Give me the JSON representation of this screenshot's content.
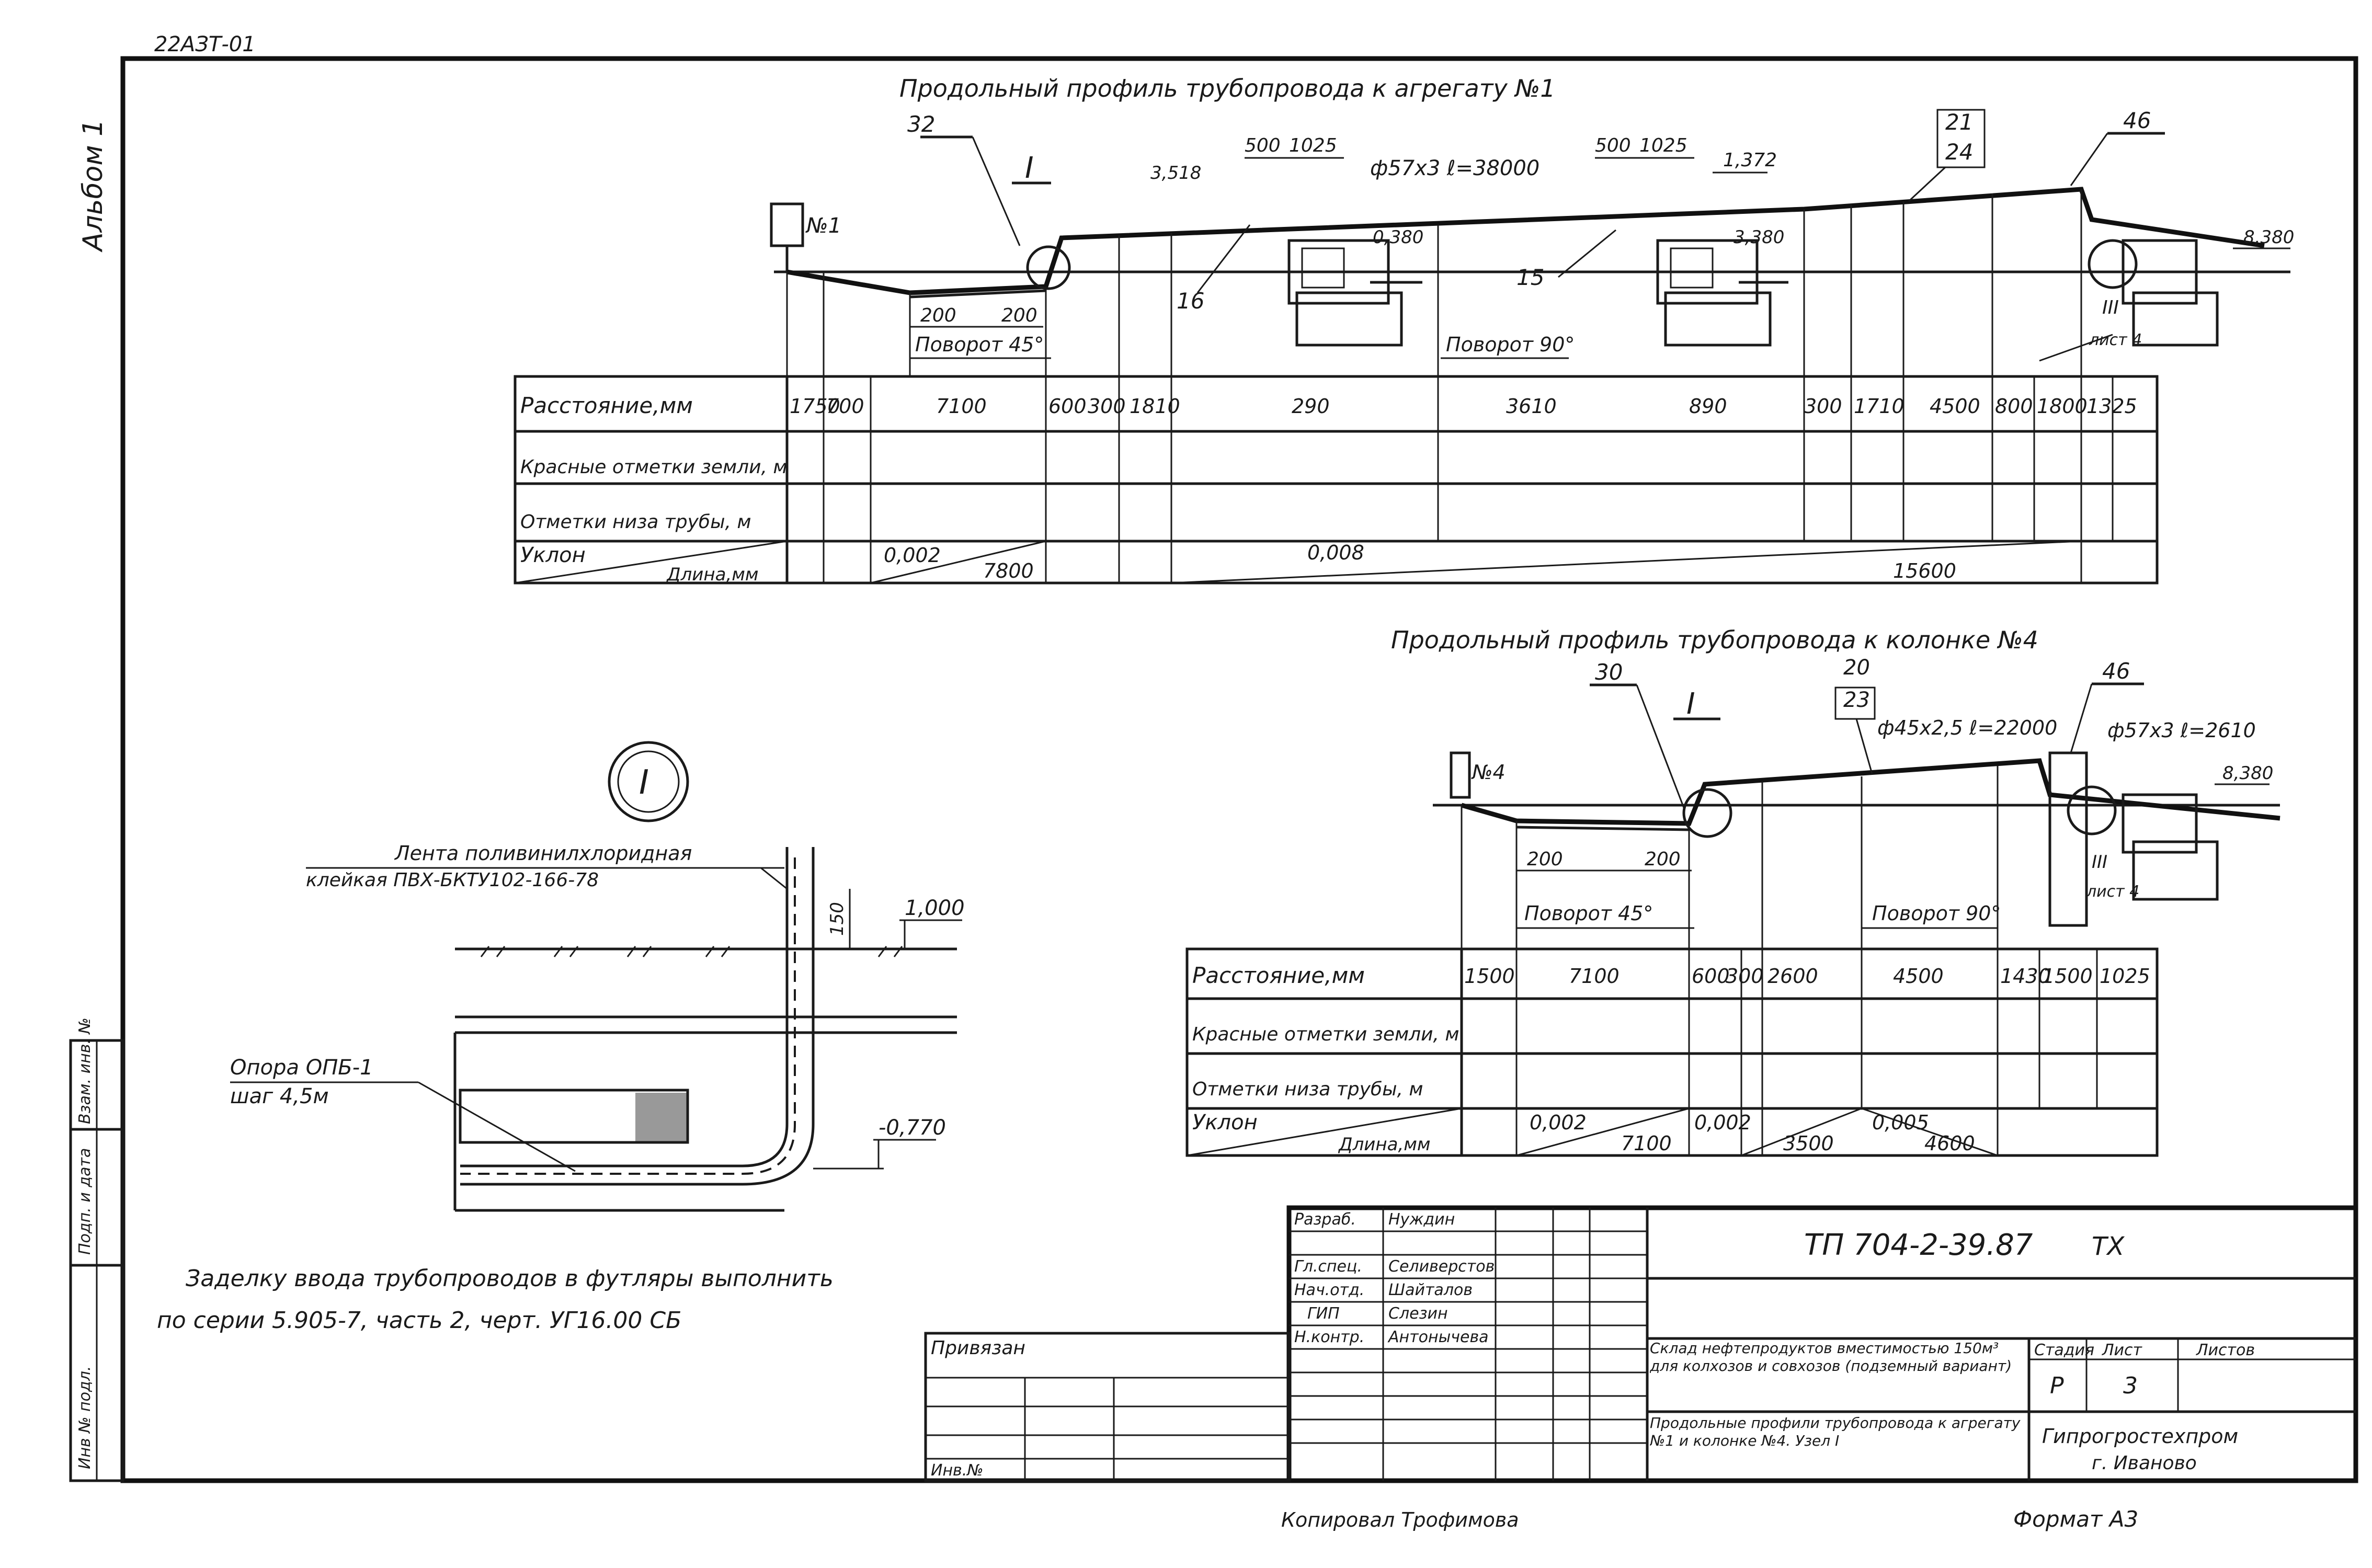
{
  "sheet": {
    "code_top": "22АЗТ-01",
    "album": "Альбом 1",
    "copied_by": "Копировал Трофимова",
    "format": "Формат А3"
  },
  "profile1": {
    "title": "Продольный профиль трубопровода к агрегату №1",
    "unit_label": "№1",
    "callouts": [
      "32",
      "I",
      "16",
      "15",
      "21",
      "24",
      "46",
      "III",
      "лист 4"
    ],
    "pipe_note": "ф57х3 ℓ=38000",
    "dims": [
      "500",
      "1025",
      "500",
      "1025",
      "3,518",
      "1,372",
      "0,380",
      "3,380",
      "8,380",
      "200",
      "200"
    ],
    "turn_labels": [
      "Поворот 45°",
      "Поворот 90°"
    ],
    "rows": {
      "distance_label": "Расстояние,мм",
      "distances": [
        "1750",
        "700",
        "7100",
        "600",
        "300",
        "1810",
        "290",
        "3610",
        "890",
        "300",
        "1710",
        "4500",
        "800",
        "1800",
        "1325"
      ],
      "red_marks_label": "Красные отметки земли, м",
      "bottom_marks_label": "Отметки низа трубы, м",
      "slope_label": "Уклон",
      "length_label": "Длина,мм",
      "slopes": [
        "0,002",
        "0,008"
      ],
      "lengths": [
        "7800",
        "15600"
      ]
    }
  },
  "profile2": {
    "title": "Продольный профиль трубопровода к колонке №4",
    "unit_label": "№4",
    "callouts": [
      "30",
      "I",
      "20",
      "23",
      "46",
      "III",
      "лист 4"
    ],
    "pipe_notes": [
      "ф45х2,5 ℓ=22000",
      "ф57х3 ℓ=2610"
    ],
    "dims": [
      "200",
      "200",
      "8,380"
    ],
    "turn_labels": [
      "Поворот 45°",
      "Поворот 90°"
    ],
    "rows": {
      "distance_label": "Расстояние,мм",
      "distances": [
        "1500",
        "7100",
        "600",
        "300",
        "2600",
        "4500",
        "1430",
        "1500",
        "1025"
      ],
      "red_marks_label": "Красные отметки земли, м",
      "bottom_marks_label": "Отметки низа трубы, м",
      "slope_label": "Уклон",
      "length_label": "Длина,мм",
      "slopes": [
        "0,002",
        "0,002",
        "0,005"
      ],
      "lengths": [
        "7100",
        "3500",
        "4600"
      ]
    }
  },
  "detail": {
    "marker": "I",
    "tape_note_1": "Лента поливинилхлоридная",
    "tape_note_2": "клейкая ПВХ-БКТУ102-166-78",
    "dim_150": "150",
    "level_top": "1,000",
    "level_bottom": "-0,770",
    "support_1": "Опора ОПБ-1",
    "support_2": "шаг 4,5м"
  },
  "note": {
    "line1": "Заделку ввода трубопроводов в футляры выполнить",
    "line2": "по серии 5.905-7, часть 2, черт. УГ16.00 СБ"
  },
  "side_stamp": [
    "Инв № подл.",
    "Подп. и дата",
    "Взам. инв. №"
  ],
  "title_block": {
    "roles": [
      "Разраб.",
      "Гл.спец.",
      "Нач.отд.",
      "ГИП",
      "Н.контр."
    ],
    "names": [
      "Нуждин",
      "Селиверстов",
      "Шайталов",
      "Слезин",
      "Антонычева"
    ],
    "doc_code": "ТП 704-2-39.87",
    "doc_suffix": "ТХ",
    "project": "Склад нефтепродуктов вместимостью 150м³ для колхозов и совхозов (подземный вариант)",
    "sheet_title": "Продольные профили трубопровода к агрегату №1 и колонке №4. Узел I",
    "stage_label": "Стадия",
    "sheet_label": "Лист",
    "sheets_label": "Листов",
    "stage": "Р",
    "sheet_no": "3",
    "org_1": "Гипрогростехпром",
    "org_2": "г. Иваново",
    "tied": "Привязан",
    "inv": "Инв.№"
  }
}
